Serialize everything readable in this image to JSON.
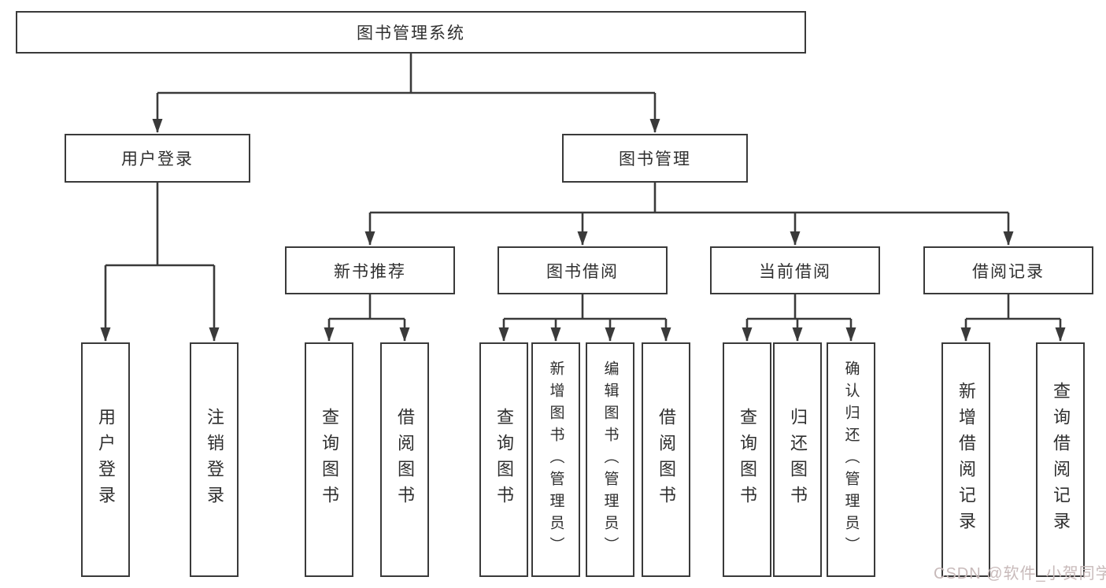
{
  "tree": {
    "root": "图书管理系统",
    "branches": [
      {
        "label": "用户登录",
        "children": [
          {
            "label": "用户登录"
          },
          {
            "label": "注销登录"
          }
        ]
      },
      {
        "label": "图书管理",
        "children": [
          {
            "label": "新书推荐",
            "children": [
              {
                "label": "查询图书"
              },
              {
                "label": "借阅图书"
              }
            ]
          },
          {
            "label": "图书借阅",
            "children": [
              {
                "label": "查询图书"
              },
              {
                "label": "新增图书（管理员）"
              },
              {
                "label": "编辑图书（管理员）"
              },
              {
                "label": "借阅图书"
              }
            ]
          },
          {
            "label": "当前借阅",
            "children": [
              {
                "label": "查询图书"
              },
              {
                "label": "归还图书"
              },
              {
                "label": "确认归还（管理员）"
              }
            ]
          },
          {
            "label": "借阅记录",
            "children": [
              {
                "label": "新增借阅记录"
              },
              {
                "label": "查询借阅记录"
              }
            ]
          }
        ]
      }
    ]
  },
  "watermark": "CSDN @软件_小贺同学",
  "colors": {
    "line": "#3a3a3a",
    "box_border": "#3a3a3a",
    "text": "#2f2f2f",
    "watermark": "#c8baba",
    "background": "#ffffff"
  }
}
